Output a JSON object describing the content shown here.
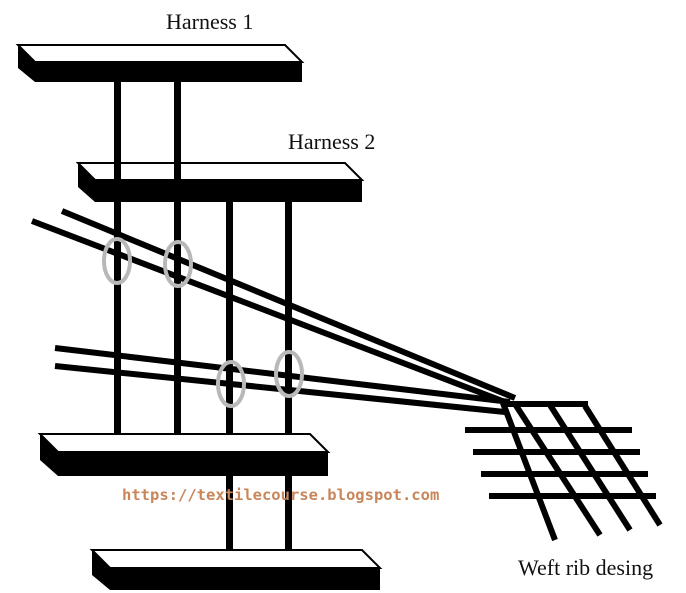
{
  "diagram": {
    "harness_1_label": "Harness 1",
    "harness_2_label": "Harness 2",
    "caption": "Weft rib desing",
    "watermark": "https://textilecourse.blogspot.com"
  },
  "colors": {
    "line": "#000000",
    "eyelet": "#b8b8b8",
    "watermark": "#c8865a",
    "background": "#ffffff"
  }
}
